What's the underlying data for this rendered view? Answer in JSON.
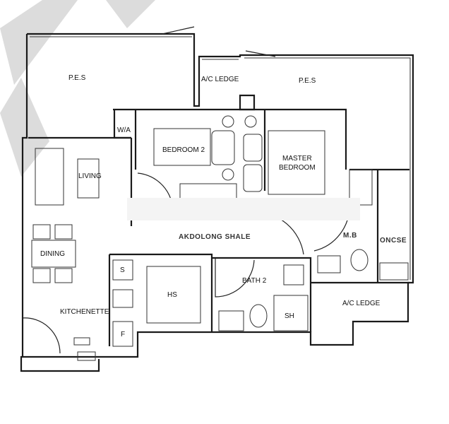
{
  "floor_plan": {
    "rooms": {
      "pes_left": "P.E.S",
      "pes_right": "P.E.S",
      "ac_ledge_top": "A/C LEDGE",
      "ac_ledge_bottom": "A/C LEDGE",
      "bedroom2": "BEDROOM 2",
      "master_bedroom_line1": "MASTER",
      "master_bedroom_line2": "BEDROOM",
      "living": "LIVING",
      "dining": "DINING",
      "kitchenette": "KITCHENETTE",
      "hs": "HS",
      "bath2": "BATH 2",
      "sh": "SH",
      "s": "S",
      "f": "F",
      "wa": "W/A",
      "corridor_smudged": "AKDOLONG SHALE",
      "master_bath_smudged": "M.B",
      "wardrobe_smudged": "ONCSE"
    },
    "watermark_color": "#d8d8d8",
    "line_color": "#1a1a1a"
  }
}
